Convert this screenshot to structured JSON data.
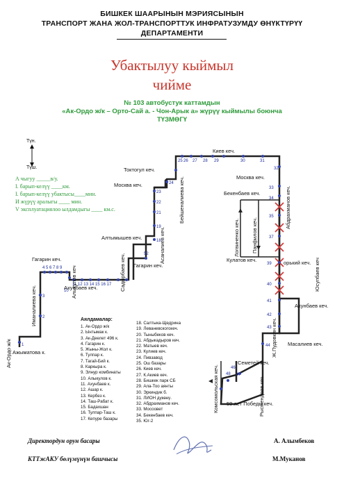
{
  "header": {
    "line1": "БИШКЕК ШААРЫНЫН  МЭРИЯСЫНЫН",
    "line2": "ТРАНСПОРТ ЖАНА ЖОЛ-ТРАНСПОРТТУК ИНФРАТУЗУМДУ ӨНҮКТҮРҮҮ",
    "line3": "ДЕПАРТАМЕНТИ"
  },
  "title": {
    "line1": "Убактылуу кыймыл",
    "line2": "чийме"
  },
  "subtitle": {
    "line1": "№ 103  автобустук каттамдын",
    "line2": "«Ак-Ордо ж/к – Орто-Сай а. - Чон-Арык а» жүрүү кыймылы боюнча",
    "line3": "ТҮЗМӨГҮ"
  },
  "compass": {
    "north": "Түн.",
    "south": "Түш."
  },
  "legend": {
    "line1": "А чыгуу _____в/у.",
    "line2": "I. барып-келүү ____км.",
    "line3": "I. барып-келүү убактысы____мин.",
    "line4": "И жүрүү аралыгы ____     мин.",
    "line5": "V эксплуатациялоо ылдамдыгы ____ км.с."
  },
  "streets": {
    "ak_ordo": "Ак-Ордо ж/к",
    "ajymatova": "Ажыматова к.",
    "imanalieva": "Иманалиева кеч.",
    "gagarin_top": "Гагарин кеч.",
    "alykulova": "Алыкулов кеч",
    "akhunbaeva_left": "Ахунбаев кеч.",
    "sadyrbaeva": "Садырбаев кеч.",
    "gagarin_mid": "Гагарин кеч.",
    "altymysheva": "Алтымышев кеч.",
    "asanalieva": "Асаналиев кеч.",
    "moskva_left": "Москва кеч.",
    "toktogul": "Токтогул кеч.",
    "beishenalieva": "Бейшеналиева кеч.",
    "kiev": "Киев кеч.",
    "moskva_right": "Москва кеч.",
    "bekenbaeva": "Бекенбаев кеч.",
    "abdrakhmanova": "Абдрахманов кеч.",
    "logvinenko": "Логвиненко кеч.",
    "panfilova": "Панфилов кеч.",
    "kulatova": "Кулатов кеч.",
    "gorky": "орький кеч.",
    "yusupbaeva": "Юсупбаев кеч",
    "akhunbaeva_right": "Ахунбаев кеч.",
    "pudovkina": "Ж.Пудовкин кеч.",
    "masalieva": "Масалиев кеч.",
    "semetei": "Семетей кеч.",
    "rysmendeeva": "Рысмендеев кеч.",
    "komsomolskaya": "Комсомольская кеч.",
    "pobedy": "50 лет Победы кеч."
  },
  "stops_title": "Аялдамалар:",
  "stops_left": [
    "1. Ак-Ордо ж/к",
    "2. Ынтымак к.",
    "3. Ак-Деелет 496 к.",
    "4. Гагарин к.",
    "5. Жыны-Жол к.",
    "6. Тулпар к.",
    "7. Тагай-Бий к.",
    "8. Каркыра к.",
    "9. Элнур комбинаты",
    "10. Алыкулов к.",
    "11. Ахунбаев к.",
    "12. Ашар к.",
    "13. Кербез к.",
    "14. Таш-Рабат к.",
    "15. Бадахшан",
    "16. Тулпар-Таш к.",
    "17. Кепуре базары"
  ],
  "stops_right": [
    "18. Салтыка-Щедрина",
    "19. Леваневскогокеч.",
    "20. Тыныбеков кеч.",
    "21. Абдыкадыров кеч.",
    "22. Матыев кеч.",
    "23. Кулиев кеч.",
    "24. Пивзавод",
    "25. Ош базары",
    "26. Киев кеч.",
    "27. К.Акиев кеч.",
    "28. Бишкек парк СБ",
    "29. Ала-Тоо аянты",
    "30. Эркиндик б.",
    "31. ЛИОН дүкөнү.",
    "32. Абдрахманов кеч.",
    "33. Мосоовет",
    "34. Бекенбаев кеч.",
    "35. Юг-2"
  ],
  "signatures": {
    "left1": "Директордун орун басары",
    "right1": "А. Алымбеков",
    "left2": "КТТжАКУ  бөлүмүнүн башчысы",
    "right2": "М.Муканов"
  },
  "colors": {
    "route": "#222222",
    "stop_dot": "#3344aa",
    "cross": "#d23a3a",
    "title_red": "#c8342b",
    "green": "#2e9a3a"
  }
}
